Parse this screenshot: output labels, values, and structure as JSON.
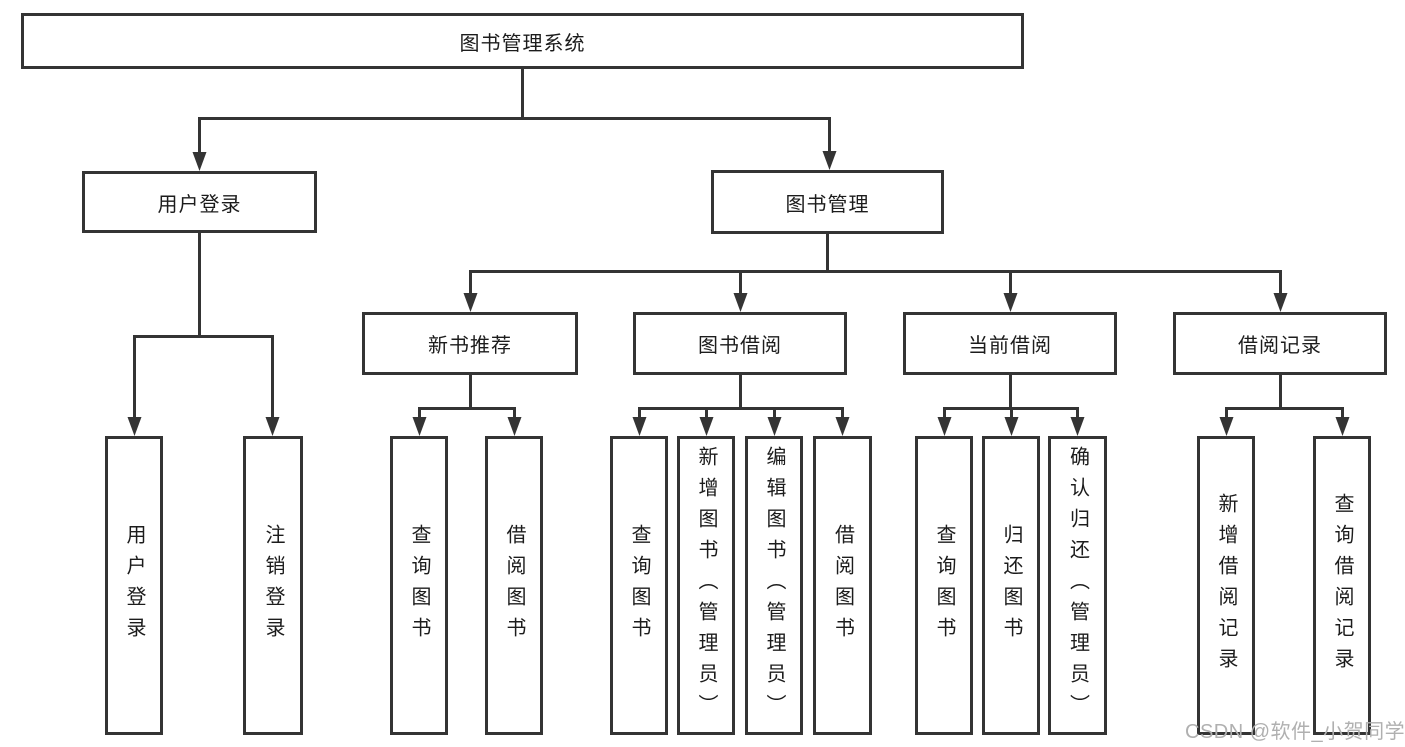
{
  "diagram": {
    "root": {
      "label": "图书管理系统"
    },
    "level2": [
      {
        "label": "用户登录"
      },
      {
        "label": "图书管理"
      }
    ],
    "level3": [
      {
        "label": "新书推荐"
      },
      {
        "label": "图书借阅"
      },
      {
        "label": "当前借阅"
      },
      {
        "label": "借阅记录"
      }
    ],
    "leaves": [
      {
        "label": "用户登录"
      },
      {
        "label": "注销登录"
      },
      {
        "label": "查询图书"
      },
      {
        "label": "借阅图书"
      },
      {
        "label": "查询图书"
      },
      {
        "label": "新增图书（管理员）"
      },
      {
        "label": "编辑图书（管理员）"
      },
      {
        "label": "借阅图书"
      },
      {
        "label": "查询图书"
      },
      {
        "label": "归还图书"
      },
      {
        "label": "确认归还（管理员）"
      },
      {
        "label": "新增借阅记录"
      },
      {
        "label": "查询借阅记录"
      }
    ],
    "colors": {
      "line": "#343434",
      "text": "#1c1c1c",
      "background": "#ffffff",
      "watermark": "#b0b0b0"
    }
  },
  "watermark": {
    "text": "CSDN @软件_小贺同学"
  }
}
